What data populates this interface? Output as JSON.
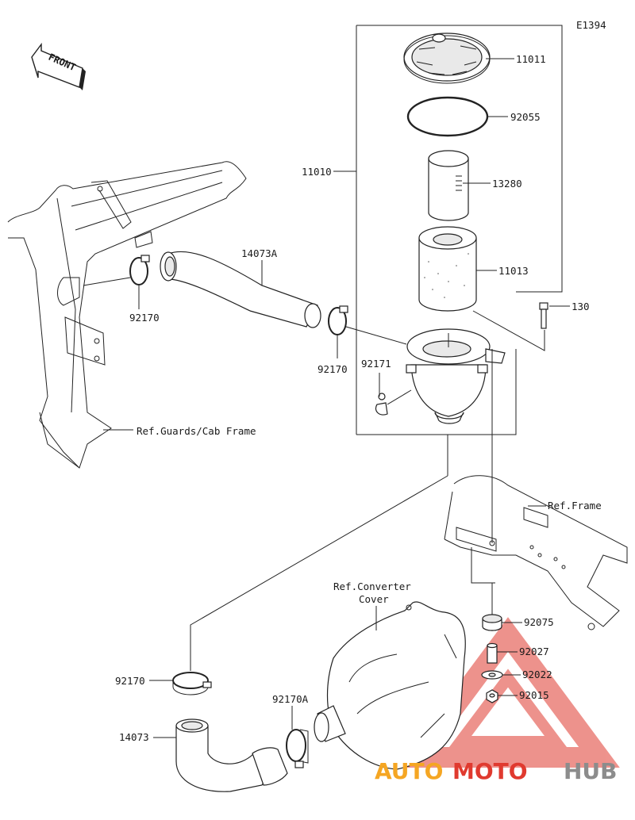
{
  "diagram_code": "E1394",
  "front_label": "FRONT",
  "parts": {
    "p11011": "11011",
    "p92055": "92055",
    "p11010": "11010",
    "p13280": "13280",
    "p11013": "11013",
    "p14073A": "14073A",
    "p92170_a": "92170",
    "p92170_b": "92170",
    "p130": "130",
    "p92171": "92171",
    "p92075": "92075",
    "p92027": "92027",
    "p92022": "92022",
    "p92015": "92015",
    "p92170_c": "92170",
    "p92170A": "92170A",
    "p14073": "14073"
  },
  "refs": {
    "guards": "Ref.Guards/Cab Frame",
    "frame": "Ref.Frame",
    "converter_1": "Ref.Converter",
    "converter_2": "Cover"
  },
  "watermark": {
    "part1": "AUTO",
    "part2": "MOTO",
    "part3": "HUB",
    "color_orange": "#f5a623",
    "color_red": "#e03a2f",
    "color_grey": "#8c8c8c"
  }
}
